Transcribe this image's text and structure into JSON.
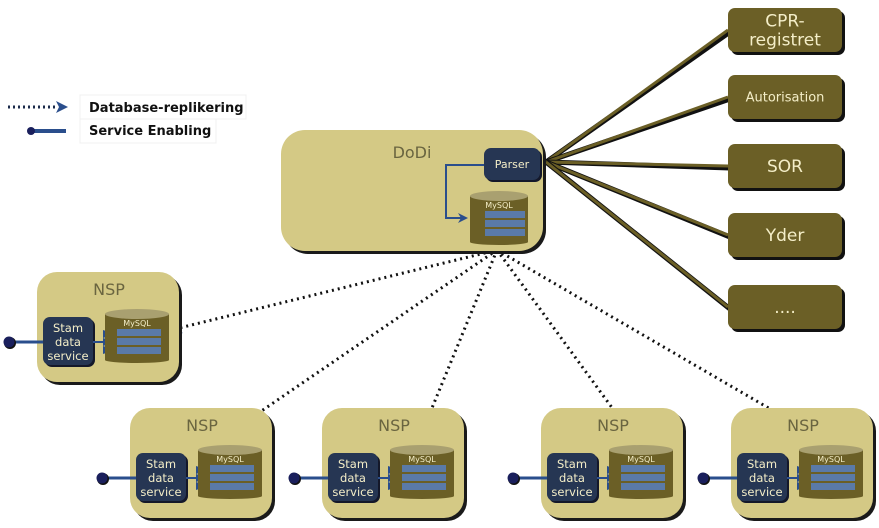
{
  "legend": {
    "items": [
      {
        "label": "Database-replikering",
        "icon": "dotted-arrow-icon"
      },
      {
        "label": "Service Enabling",
        "icon": "service-line-icon"
      }
    ]
  },
  "dodi": {
    "title": "DoDi",
    "parser_label": "Parser",
    "db_label": "MySQL"
  },
  "registries": [
    {
      "label_lines": [
        "CPR-",
        "registret"
      ]
    },
    {
      "label_lines": [
        "Autorisation"
      ]
    },
    {
      "label_lines": [
        "SOR"
      ]
    },
    {
      "label_lines": [
        "Yder"
      ]
    },
    {
      "label_lines": [
        "...."
      ]
    }
  ],
  "nsp_nodes": [
    {
      "title": "NSP",
      "service_lines": [
        "Stam",
        "data",
        "service"
      ],
      "db_label": "MySQL"
    },
    {
      "title": "NSP",
      "service_lines": [
        "Stam",
        "data",
        "service"
      ],
      "db_label": "MySQL"
    },
    {
      "title": "NSP",
      "service_lines": [
        "Stam",
        "data",
        "service"
      ],
      "db_label": "MySQL"
    },
    {
      "title": "NSP",
      "service_lines": [
        "Stam",
        "data",
        "service"
      ],
      "db_label": "MySQL"
    },
    {
      "title": "NSP",
      "service_lines": [
        "Stam",
        "data",
        "service"
      ],
      "db_label": "MySQL"
    }
  ],
  "colors": {
    "container_fill": "#d4c985",
    "registry_fill": "#6b5f26",
    "service_fill": "#263653",
    "db_fill": "#6b5f26",
    "db_bar": "#5a7aa8",
    "arrow_blue": "#2a4e8c",
    "connector": "#6b5f26",
    "label_light": "#f4eec8",
    "title_text": "#6a6540"
  }
}
